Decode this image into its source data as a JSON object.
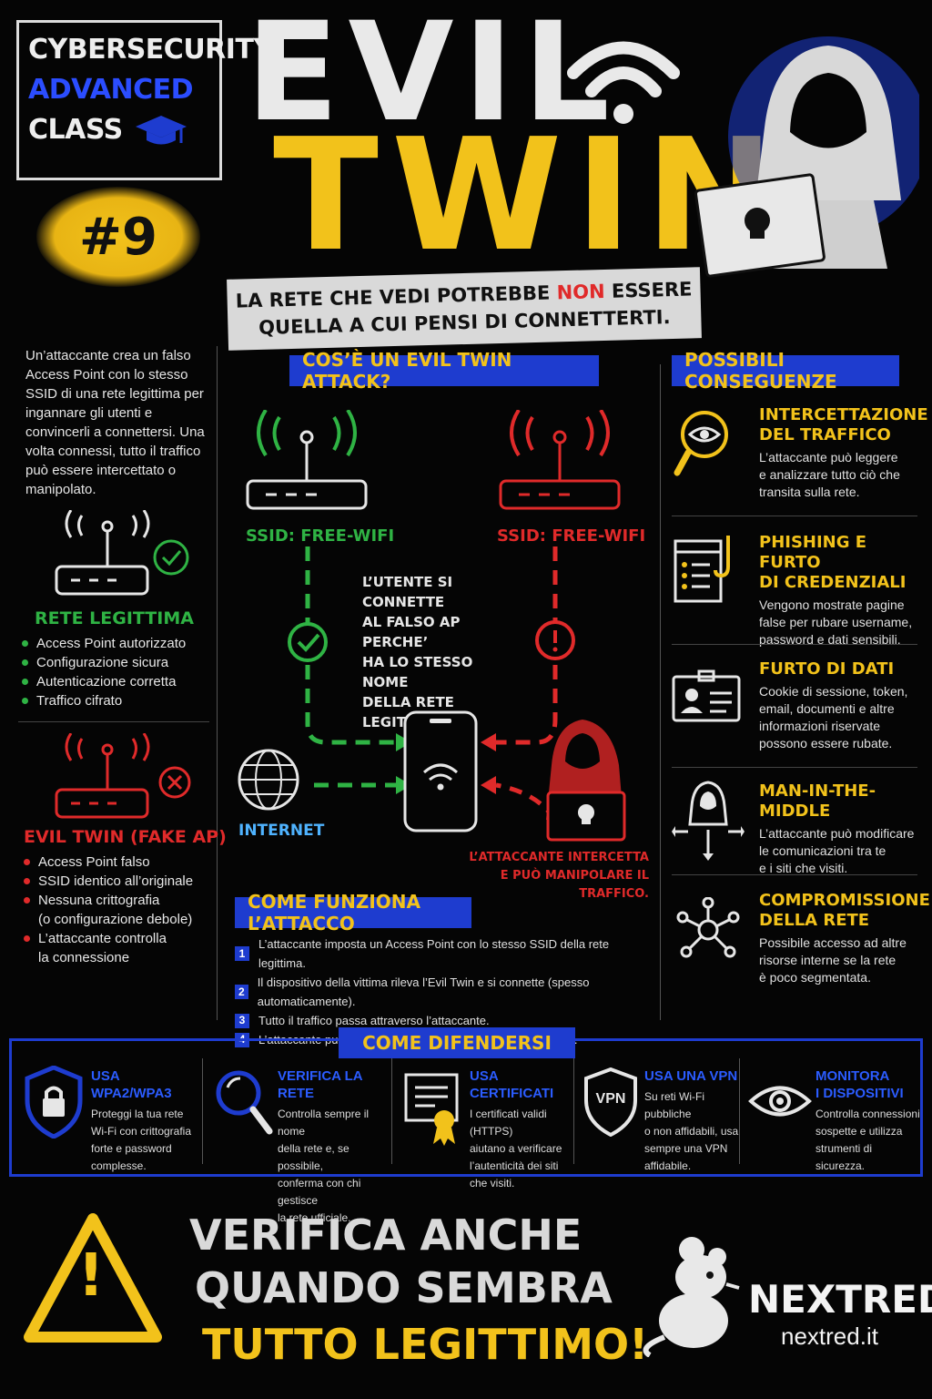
{
  "header": {
    "badge": [
      "CYBERSECURITY",
      "ADVANCED",
      "CLASS"
    ],
    "episode": "#9",
    "title_line1": "EVIL",
    "title_line2": "TWIN",
    "tagline_line1_a": "LA RETE CHE VEDI POTREBBE",
    "tagline_line1_b": "NON",
    "tagline_line1_c": "ESSERE",
    "tagline_line2": "QUELLA A CUI PENSI DI CONNETTERTI."
  },
  "left": {
    "intro": "Un’attaccante crea un falso Access Point con lo stesso SSID di una rete legittima per ingannare gli utenti e convincerli a connettersi. Una volta connessi, tutto il traffico può essere intercettato o manipolato.",
    "legit_title": "RETE LEGITTIMA",
    "legit_items": [
      "Access Point autorizzato",
      "Configurazione sicura",
      "Autenticazione corretta",
      "Traffico cifrato"
    ],
    "fake_title": "EVIL TWIN (FAKE AP)",
    "fake_items": [
      "Access Point falso",
      "SSID identico all’originale",
      "Nessuna crittografia",
      "(o configurazione debole)",
      "L’attaccante controlla",
      "la connessione"
    ]
  },
  "center": {
    "title": "COS’È UN EVIL TWIN ATTACK?",
    "ssid_left": "SSID: FREE-WIFI",
    "ssid_right": "SSID: FREE-WIFI",
    "explain": [
      "L’UTENTE SI CONNETTE",
      "AL FALSO AP PERCHE’",
      "HA LO STESSO NOME",
      "DELLA RETE LEGITTIMA"
    ],
    "internet": "INTERNET",
    "attacker": [
      "L’ATTACCANTE INTERCETTA",
      "E PUÒ MANIPOLARE IL TRAFFICO."
    ],
    "how_title": "COME FUNZIONA L’ATTACCO",
    "steps": [
      {
        "n": "1",
        "text": "L’attaccante imposta un Access Point con lo stesso SSID della rete legittima."
      },
      {
        "n": "2",
        "text": "Il dispositivo della vittima rileva l’Evil Twin e si connette (spesso automaticamente)."
      },
      {
        "n": "3",
        "text": "Tutto il traffico passa attraverso l’attaccante."
      },
      {
        "n": "4",
        "text": "L’attaccante può intercettare, modificare o reindirizzare i dati."
      }
    ]
  },
  "right": {
    "title": "POSSIBILI CONSEGUENZE",
    "items": [
      {
        "icon": "magnifier-eye-icon",
        "title": [
          "INTERCETTAZIONE",
          "DEL TRAFFICO"
        ],
        "desc": [
          "L’attaccante può leggere",
          "e analizzare tutto ciò che",
          "transita sulla rete."
        ]
      },
      {
        "icon": "phishing-page-icon",
        "title": [
          "PHISHING E FURTO",
          "DI CREDENZIALI"
        ],
        "desc": [
          "Vengono mostrate pagine",
          "false per rubare username,",
          "password e dati sensibili."
        ]
      },
      {
        "icon": "id-card-icon",
        "title": [
          "FURTO DI DATI"
        ],
        "desc": [
          "Cookie di sessione, token,",
          "email, documenti e altre",
          "informazioni riservate",
          "possono essere rubate."
        ]
      },
      {
        "icon": "hacker-arrows-icon",
        "title": [
          "MAN-IN-THE-MIDDLE"
        ],
        "desc": [
          "L’attaccante può modificare",
          "le comunicazioni tra te",
          "e i siti che visiti."
        ]
      },
      {
        "icon": "network-nodes-icon",
        "title": [
          "COMPROMISSIONE",
          "DELLA RETE"
        ],
        "desc": [
          "Possibile accesso ad altre",
          "risorse interne se la rete",
          "è poco segmentata."
        ]
      }
    ]
  },
  "defense": {
    "title": "COME DIFENDERSI",
    "items": [
      {
        "icon": "shield-lock-icon",
        "title": [
          "USA WPA2/WPA3"
        ],
        "desc": [
          "Proteggi la tua rete",
          "Wi-Fi con crittografia",
          "forte e password",
          "complesse."
        ]
      },
      {
        "icon": "magnifier-icon",
        "title": [
          "VERIFICA LA RETE"
        ],
        "desc": [
          "Controlla sempre il nome",
          "della rete e, se possibile,",
          "conferma con chi gestisce",
          "la rete ufficiale."
        ]
      },
      {
        "icon": "certificate-icon",
        "title": [
          "USA CERTIFICATI"
        ],
        "desc": [
          "I certificati validi (HTTPS)",
          "aiutano a verificare",
          "l’autenticità dei siti",
          "che visiti."
        ]
      },
      {
        "icon": "vpn-shield-icon",
        "title": [
          "USA UNA VPN"
        ],
        "desc": [
          "Su reti Wi-Fi pubbliche",
          "o non affidabili, usa",
          "sempre una VPN",
          "affidabile."
        ]
      },
      {
        "icon": "eye-icon",
        "title": [
          "MONITORA",
          "I DISPOSITIVI"
        ],
        "desc": [
          "Controlla connessioni",
          "sospette e utilizza",
          "strumenti di sicurezza."
        ]
      }
    ],
    "vpn_label": "VPN"
  },
  "footer": {
    "line1": "VERIFICA ANCHE",
    "line2": "QUANDO SEMBRA",
    "line3": "TUTTO LEGITTIMO!",
    "brand": "NEXTRED",
    "site": "nextred.it",
    "warning_mark": "!"
  },
  "colors": {
    "yellow": "#f2c21b",
    "blue": "#1e3ccf",
    "green": "#2fb344",
    "red": "#e02a2a",
    "background": "#050505"
  }
}
